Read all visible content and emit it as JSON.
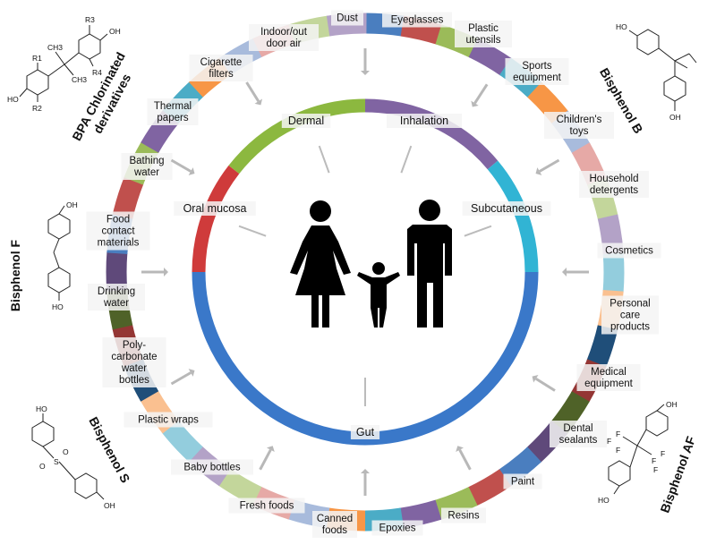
{
  "center_ring": {
    "colors": {
      "dermal": "#8cb83f",
      "inhalation": "#8064a2",
      "subcutaneous": "#31b4d4",
      "oral_mucosa": "#cf3b3b",
      "gut": "#3a78c9"
    },
    "routes": {
      "dermal": "Dermal",
      "inhalation": "Inhalation",
      "subcutaneous": "Subcutaneous",
      "oral_mucosa": "Oral mucosa",
      "gut": "Gut"
    }
  },
  "outer_ring": {
    "segment_colors": [
      "#4a7ebf",
      "#c0504d",
      "#9bbb59",
      "#8064a2",
      "#4bacc6",
      "#f79646",
      "#a8bbdc",
      "#e6a9a6",
      "#c3d69b",
      "#b3a2c7",
      "#93cddd",
      "#fac090",
      "#1f4e79",
      "#943634",
      "#4f6228",
      "#5f497a"
    ],
    "sources": [
      "Dust",
      "Eyeglasses",
      "Plastic utensils",
      "Sports equipment",
      "Children's toys",
      "Household detergents",
      "Cosmetics",
      "Personal care products",
      "Medical equipment",
      "Dental sealants",
      "Paint",
      "Resins",
      "Epoxies",
      "Canned foods",
      "Fresh foods",
      "Baby bottles",
      "Plastic wraps",
      "Poly- carbonate water bottles",
      "Drinking water",
      "Food contact materials",
      "Bathing water",
      "Thermal papers",
      "Cigarette filters",
      "Indoor/out door air"
    ]
  },
  "chemicals": {
    "bpa_chlorinated": "BPA Chlorinated derivatives",
    "bisphenol_b": "Bisphenol B",
    "bisphenol_f": "Bisphenol F",
    "bisphenol_s": "Bisphenol S",
    "bisphenol_af": "Bisphenol AF"
  },
  "structure_atoms": {
    "ho": "HO",
    "oh": "OH",
    "r1": "R1",
    "r2": "R2",
    "r3": "R3",
    "r4": "R4",
    "ch3": "CH3",
    "s": "S",
    "o": "O",
    "f": "F"
  },
  "people_icon": "family-icon"
}
